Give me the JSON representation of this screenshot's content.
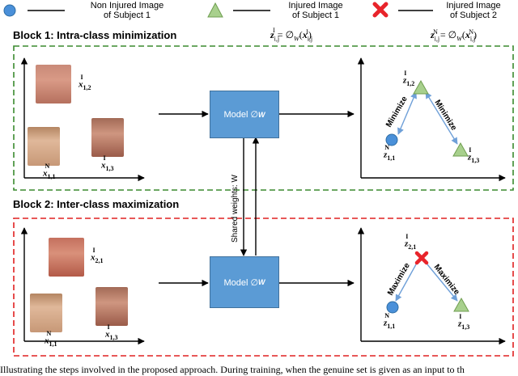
{
  "legend": {
    "non_injured_line1": "Non Injured Image",
    "non_injured_line2": "of Subject 1",
    "injured1_line1": "Injured Image",
    "injured1_line2": "of Subject 1",
    "injured2_line1": "Injured Image",
    "injured2_line2": "of Subject 2"
  },
  "block1": {
    "title": "Block 1: Intra-class minimization",
    "eq1": "z",
    "model_label": "Model ∅",
    "model_sub": "W",
    "minimize_left": "Minimize",
    "minimize_right": "Minimize"
  },
  "block2": {
    "title": "Block 2: Inter-class maximization",
    "model_label": "Model ∅",
    "model_sub": "W",
    "maximize_left": "Maximize",
    "maximize_right": "Maximize"
  },
  "shared_weights": "Shared weights: W",
  "caption": "Illustrating the steps involved in the proposed approach. During training, when the genuine set is given as an input to th",
  "colors": {
    "green_dash": "#3a8a2e",
    "red_dash": "#e02020",
    "model_fill": "#5b9bd5",
    "circle": "#4a90d9",
    "triangle": "#a8d08d",
    "cross": "#e8242b"
  }
}
